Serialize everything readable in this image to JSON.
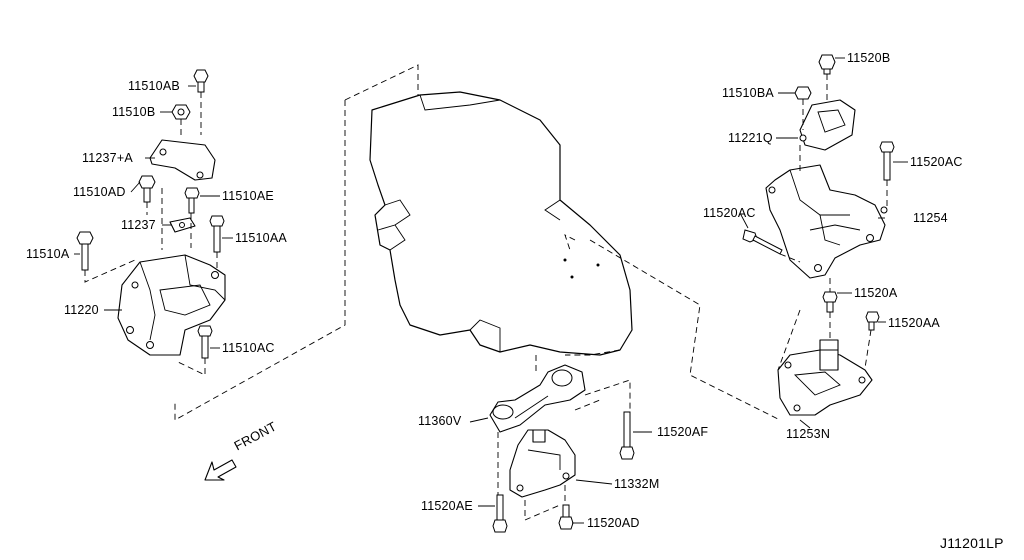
{
  "labels": {
    "p11510AB": "11510AB",
    "p11510B": "11510B",
    "p11237A": "11237+A",
    "p11510AD": "11510AD",
    "p11510AE": "11510AE",
    "p11237": "11237",
    "p11510AA": "11510AA",
    "p11510A": "11510A",
    "p11220": "11220",
    "p11510AC": "11510AC",
    "p11520B": "11520B",
    "p11510BA": "11510BA",
    "p11221Q": "11221Q",
    "p11520AC_r": "11520AC",
    "p11520AC_l": "11520AC",
    "p11254": "11254",
    "p11520A": "11520A",
    "p11520AA": "11520AA",
    "p11253N": "11253N",
    "p11360V": "11360V",
    "p11520AF": "11520AF",
    "p11332M": "11332M",
    "p11520AE": "11520AE",
    "p11520AD": "11520AD"
  },
  "front_label": "FRONT",
  "diagram_code": "J11201LP"
}
